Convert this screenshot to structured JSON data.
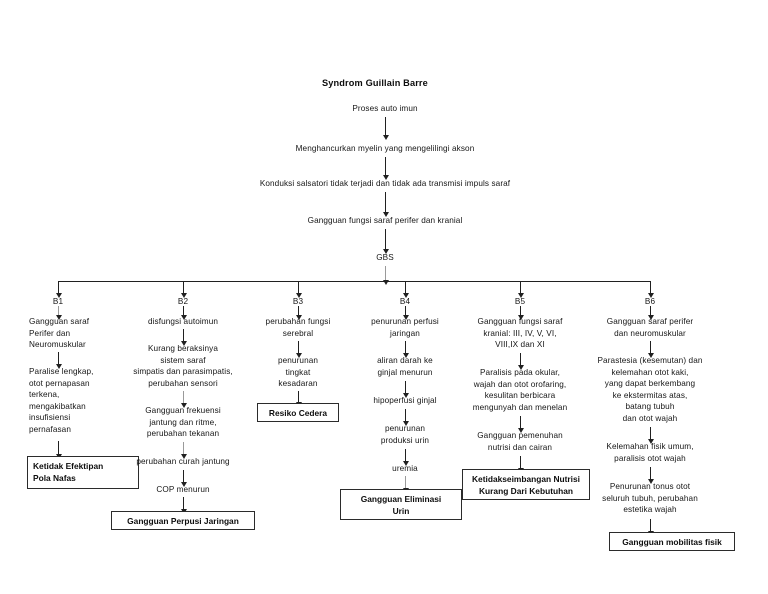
{
  "diagram": {
    "title": "Syndrom Guillain Barre",
    "type": "flowchart",
    "orientation": "top-down-then-six-branches",
    "trunk": [
      {
        "id": "t1",
        "label": "Proses auto imun"
      },
      {
        "id": "t2",
        "label": "Menghancurkan myelin yang mengelilingi akson"
      },
      {
        "id": "t3",
        "label": "Konduksi salsatori tidak terjadi dan tidak ada transmisi impuls saraf"
      },
      {
        "id": "t4",
        "label": "Gangguan fungsi saraf perifer dan kranial"
      },
      {
        "id": "t5",
        "label": "GBS"
      }
    ],
    "branch_labels": [
      "B1",
      "B2",
      "B3",
      "B4",
      "B5",
      "B6"
    ],
    "branches": {
      "b1": {
        "label": "B1",
        "steps": [
          "Gangguan saraf\nPerifer dan\nNeuromuskular",
          "Paralise lengkap,\notot pernapasan\nterkena,\n mengakibatkan\ninsufisiensi\npernafasan"
        ],
        "outcome": "Ketidak Efektipan\nPola Nafas"
      },
      "b2": {
        "label": "B2",
        "steps": [
          "disfungsi autoimun",
          "Kurang beraksinya\nsistem saraf\nsimpatis dan parasimpatis,\nperubahan sensori",
          "Gangguan frekuensi\njantung dan ritme,\nperubahan tekanan",
          "perubahan curah jantung",
          "COP menurun"
        ],
        "outcome": "Gangguan Perpusi Jaringan"
      },
      "b3": {
        "label": "B3",
        "steps": [
          "perubahan fungsi\nserebral",
          "penurunan\ntingkat\nkesadaran"
        ],
        "outcome": "Resiko Cedera"
      },
      "b4": {
        "label": "B4",
        "steps": [
          "penurunan perfusi\njaringan",
          "aliran darah ke\nginjal menurun",
          "hipoperfusi ginjal",
          "penurunan\nproduksi urin",
          "uremia"
        ],
        "outcome": "Gangguan Eliminasi\nUrin"
      },
      "b5": {
        "label": "B5",
        "steps": [
          "Gangguan fungsi saraf\nkranial: III, IV, V, VI,\nVIII,IX dan XI",
          "Paralisis pada okular,\nwajah dan otot orofaring,\nkesulitan berbicara\nmengunyah dan menelan",
          "Gangguan pemenuhan\nnutrisi dan cairan"
        ],
        "outcome": "Ketidakseimbangan Nutrisi\nKurang Dari Kebutuhan"
      },
      "b6": {
        "label": "B6",
        "steps": [
          "Gangguan saraf perifer\ndan neuromuskular",
          "Parastesia (kesemutan) dan\nkelemahan otot kaki,\nyang dapat berkembang\nke ekstermitas atas,\nbatang tubuh\ndan otot wajah",
          "Kelemahan fisik umum,\nparalisis otot wajah",
          "Penurunan tonus otot\nseluruh tubuh, perubahan\nestetika wajah"
        ],
        "outcome": "Gangguan mobilitas fisik"
      }
    },
    "colors": {
      "background": "#ffffff",
      "text": "#161616",
      "stroke": "#202020",
      "box_border": "#2b2b2b"
    }
  }
}
